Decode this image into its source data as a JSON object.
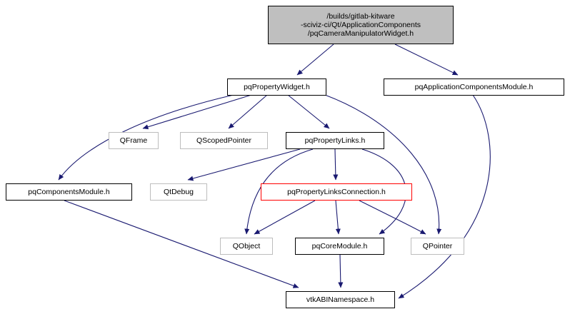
{
  "diagram": {
    "type": "doxygen-include-dependency-graph",
    "edge_color": "#191970",
    "colors": {
      "main_node_background": "#bfbfbf",
      "documented_node_border": "#000000",
      "external_node_border": "#bfbfbf",
      "truncated_node_border": "#ff0000"
    },
    "nodes": [
      {
        "id": "main",
        "label": "/builds/gitlab-kitware\n-sciviz-ci/Qt/ApplicationComponents\n/pqCameraManipulatorWidget.h",
        "kind": "main"
      },
      {
        "id": "pqPropertyWidget",
        "label": "pqPropertyWidget.h",
        "kind": "documented"
      },
      {
        "id": "pqApplicationComponentsModule",
        "label": "pqApplicationComponentsModule.h",
        "kind": "documented"
      },
      {
        "id": "QFrame",
        "label": "QFrame",
        "kind": "external"
      },
      {
        "id": "QScopedPointer",
        "label": "QScopedPointer",
        "kind": "external"
      },
      {
        "id": "pqPropertyLinks",
        "label": "pqPropertyLinks.h",
        "kind": "documented"
      },
      {
        "id": "pqComponentsModule",
        "label": "pqComponentsModule.h",
        "kind": "documented"
      },
      {
        "id": "QtDebug",
        "label": "QtDebug",
        "kind": "external"
      },
      {
        "id": "pqPropertyLinksConnection",
        "label": "pqPropertyLinksConnection.h",
        "kind": "truncated"
      },
      {
        "id": "QObject",
        "label": "QObject",
        "kind": "external"
      },
      {
        "id": "pqCoreModule",
        "label": "pqCoreModule.h",
        "kind": "documented"
      },
      {
        "id": "QPointer",
        "label": "QPointer",
        "kind": "external"
      },
      {
        "id": "vtkABINamespace",
        "label": "vtkABINamespace.h",
        "kind": "documented"
      }
    ],
    "edges": [
      {
        "from": "main",
        "to": "pqPropertyWidget"
      },
      {
        "from": "main",
        "to": "pqApplicationComponentsModule"
      },
      {
        "from": "pqPropertyWidget",
        "to": "pqComponentsModule"
      },
      {
        "from": "pqPropertyWidget",
        "to": "QFrame"
      },
      {
        "from": "pqPropertyWidget",
        "to": "QScopedPointer"
      },
      {
        "from": "pqPropertyWidget",
        "to": "pqPropertyLinks"
      },
      {
        "from": "pqPropertyWidget",
        "to": "QPointer"
      },
      {
        "from": "pqPropertyLinks",
        "to": "QtDebug"
      },
      {
        "from": "pqPropertyLinks",
        "to": "pqPropertyLinksConnection"
      },
      {
        "from": "pqPropertyLinks",
        "to": "QObject"
      },
      {
        "from": "pqPropertyLinks",
        "to": "pqCoreModule"
      },
      {
        "from": "pqPropertyLinksConnection",
        "to": "QObject"
      },
      {
        "from": "pqPropertyLinksConnection",
        "to": "pqCoreModule"
      },
      {
        "from": "pqPropertyLinksConnection",
        "to": "QPointer"
      },
      {
        "from": "pqComponentsModule",
        "to": "vtkABINamespace"
      },
      {
        "from": "pqCoreModule",
        "to": "vtkABINamespace"
      },
      {
        "from": "pqApplicationComponentsModule",
        "to": "vtkABINamespace"
      }
    ]
  }
}
